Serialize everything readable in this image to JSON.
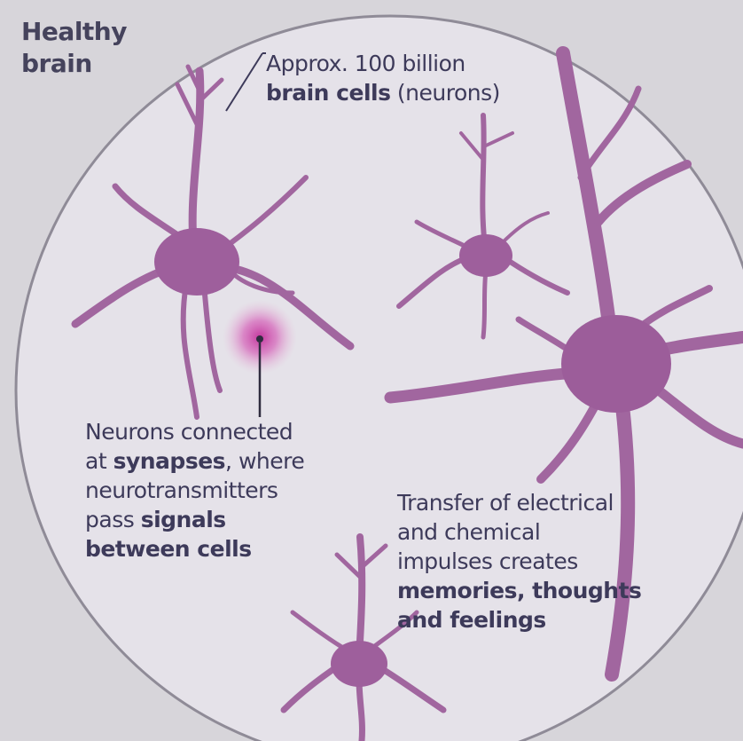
{
  "title": {
    "line1": "Healthy",
    "line2": "brain"
  },
  "labels": {
    "neurons": {
      "line1": "Approx. 100 billion",
      "line2_bold": "brain cells",
      "line2_rest": " (neurons)"
    },
    "synapses": {
      "line1": "Neurons connected",
      "line2_pre": "at ",
      "line2_bold": "synapses",
      "line2_rest": ", where",
      "line3": "neurotransmitters",
      "line4_pre": "pass ",
      "line4_bold": "signals",
      "line5_bold": "between cells"
    },
    "transfer": {
      "line1": "Transfer of electrical",
      "line2": "and chemical",
      "line3": "impulses creates",
      "line4_bold": "memories, thoughts",
      "line5_bold": "and feelings"
    }
  },
  "colors": {
    "neuron": "#a1669f",
    "neuron_dark": "#8c4f8b",
    "synapse_glow": "#d24bb0",
    "circle_outline": "#8f8b97",
    "text": "#3d3a5a"
  }
}
